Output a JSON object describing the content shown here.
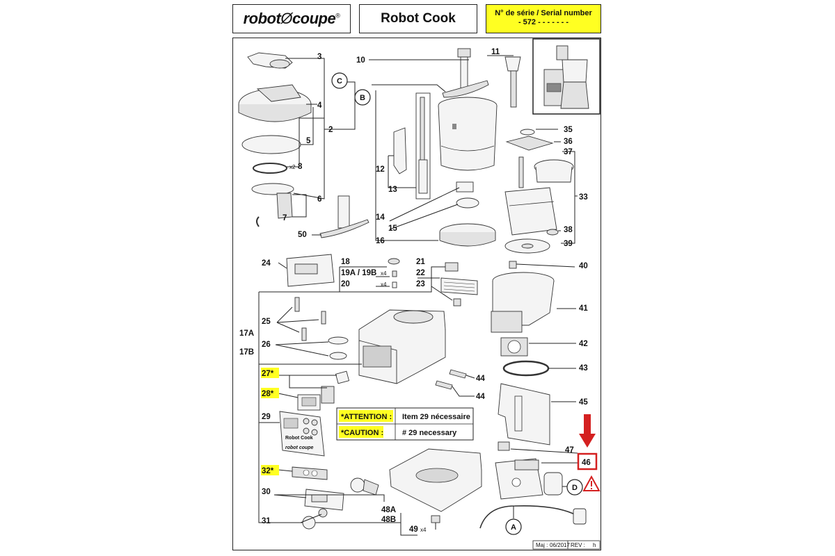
{
  "header": {
    "brand": "robot",
    "brand_suffix": "coupe",
    "brand_mark": "®",
    "model": "Robot Cook",
    "serial_label": "N° de série / Serial number",
    "serial_value": "- 572 - - - - -    - -"
  },
  "parts": {
    "p2": "2",
    "p3": "3",
    "p4": "4",
    "p5": "5",
    "p6": "6",
    "p7": "7",
    "p8": "8",
    "p10": "10",
    "p11": "11",
    "p12": "12",
    "p13": "13",
    "p14": "14",
    "p15": "15",
    "p16": "16",
    "p17a": "17A",
    "p17b": "17B",
    "p18": "18",
    "p19": "19A / 19B",
    "p20": "20",
    "p21": "21",
    "p22": "22",
    "p23": "23",
    "p24": "24",
    "p25": "25",
    "p26": "26",
    "p27": "27*",
    "p28": "28*",
    "p29": "29",
    "p30": "30",
    "p31": "31",
    "p32": "32*",
    "p33": "33",
    "p35": "35",
    "p36": "36",
    "p37": "37",
    "p38": "38",
    "p39": "39",
    "p40": "40",
    "p41": "41",
    "p42": "42",
    "p43": "43",
    "p44a": "44",
    "p44b": "44",
    "p45": "45",
    "p46": "46",
    "p47": "47",
    "p48a": "48A",
    "p48b": "48B",
    "p49": "49",
    "p50": "50"
  },
  "quantities": {
    "q8": "x2",
    "q19": "x4",
    "q20": "x4",
    "q49": "x4"
  },
  "circles": {
    "a": "A",
    "b": "B",
    "c": "C",
    "d": "D"
  },
  "notes": {
    "attention_label": "*ATTENTION :",
    "attention_text": "Item 29 nécessaire",
    "caution_label": "*CAUTION :",
    "caution_text": "# 29 necessary"
  },
  "panel_text": {
    "brand_line1": "Robot Cook",
    "brand_line2": "robot coupe"
  },
  "footer": {
    "maj_label": "Maj :",
    "maj_date": "06/2017",
    "rev_label": "REV :",
    "rev_value": "h"
  },
  "colors": {
    "highlight": "#ffff22",
    "marker": "#d42020",
    "line": "#222222"
  }
}
